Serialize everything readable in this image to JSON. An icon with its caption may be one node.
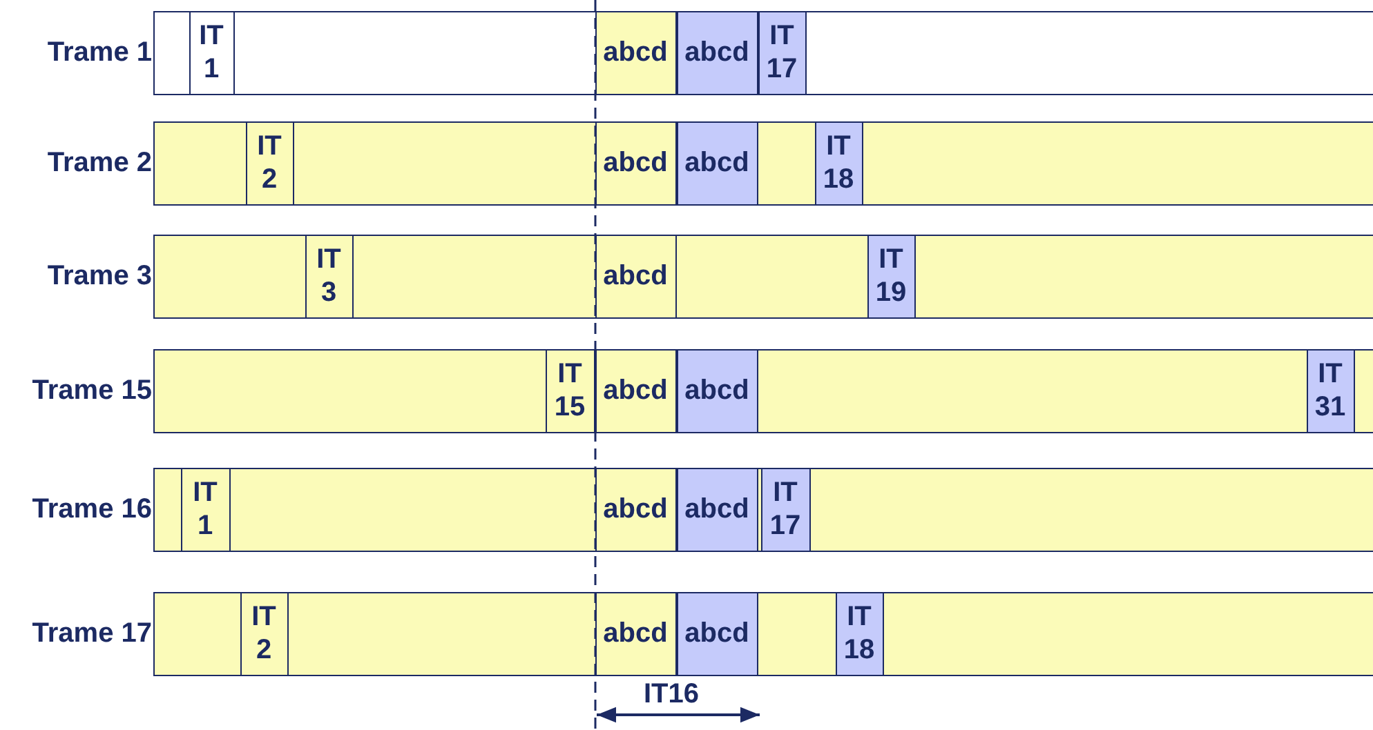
{
  "diagram": {
    "nodes": [
      {
        "text": [
          "Trame 1"
        ]
      },
      {
        "text": [
          "IT 1"
        ],
        "in": 0
      },
      {
        "text": [
          "abcd"
        ],
        "in": 0
      },
      {
        "text": [
          "abcd"
        ],
        "in": 0
      },
      {
        "text": [
          "IT 17"
        ],
        "in": 0
      },
      {
        "text": [
          "Trame 2"
        ]
      },
      {
        "text": [
          "IT 2"
        ],
        "in": 5
      },
      {
        "text": [
          "abcd"
        ],
        "in": 5
      },
      {
        "text": [
          "abcd"
        ],
        "in": 5
      },
      {
        "text": [
          "IT 18"
        ],
        "in": 5
      },
      {
        "text": [
          "Trame 3"
        ]
      },
      {
        "text": [
          "IT 3"
        ],
        "in": 10
      },
      {
        "text": [
          "abcd"
        ],
        "in": 10
      },
      {
        "text": [
          "IT 19"
        ],
        "in": 10
      },
      {
        "text": [
          "Trame 15"
        ]
      },
      {
        "text": [
          "IT 15"
        ],
        "in": 14
      },
      {
        "text": [
          "abcd"
        ],
        "in": 14
      },
      {
        "text": [
          "abcd"
        ],
        "in": 14
      },
      {
        "text": [
          "IT 31"
        ],
        "in": 14
      },
      {
        "text": [
          "Trame 16"
        ]
      },
      {
        "text": [
          "IT 1"
        ],
        "in": 19
      },
      {
        "text": [
          "abcd"
        ],
        "in": 19
      },
      {
        "text": [
          "abcd"
        ],
        "in": 19
      },
      {
        "text": [
          "IT 17"
        ],
        "in": 19
      },
      {
        "text": [
          "Trame 17"
        ]
      },
      {
        "text": [
          "IT 2"
        ],
        "in": 24
      },
      {
        "text": [
          "abcd"
        ],
        "in": 24
      },
      {
        "text": [
          "abcd"
        ],
        "in": 24
      },
      {
        "text": [
          "IT 18"
        ],
        "in": 24
      }
    ],
    "edges": [],
    "labels": [
      "IT16"
    ]
  }
}
